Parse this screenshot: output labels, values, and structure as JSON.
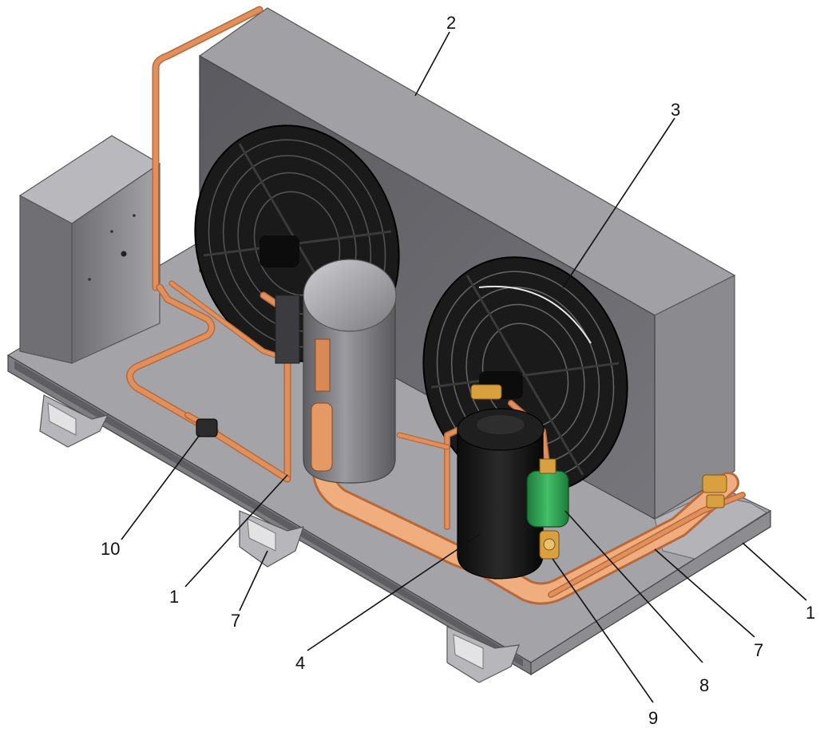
{
  "diagram": {
    "callouts": [
      {
        "id": "c-2",
        "label": "2"
      },
      {
        "id": "c-3",
        "label": "3"
      },
      {
        "id": "c-10",
        "label": "10"
      },
      {
        "id": "c-1a",
        "label": "1"
      },
      {
        "id": "c-7a",
        "label": "7"
      },
      {
        "id": "c-4",
        "label": "4"
      },
      {
        "id": "c-9",
        "label": "9"
      },
      {
        "id": "c-8",
        "label": "8"
      },
      {
        "id": "c-7b",
        "label": "7"
      },
      {
        "id": "c-1b",
        "label": "1"
      }
    ]
  },
  "colors": {
    "housing": "#6c6c70",
    "housing_top": "#9a9aa0",
    "housing_side": "#838388",
    "base_frame": "#8f8f94",
    "copper": "#e0905c",
    "copper_dark": "#b8693c",
    "receiver_gray": "#7b7b80",
    "compressor_black": "#141414",
    "filter_green": "#2fa552",
    "fan_black": "#111111",
    "valve_brass": "#d9a040"
  }
}
